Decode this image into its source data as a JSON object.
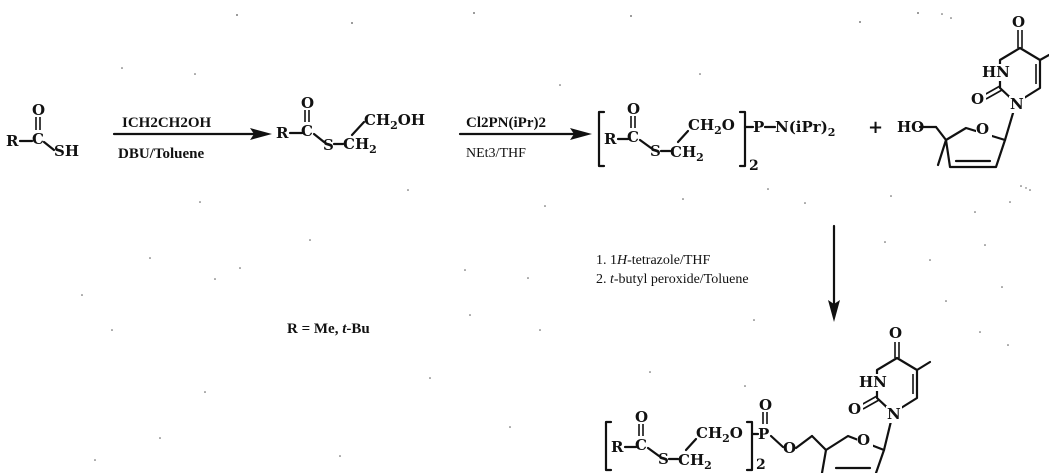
{
  "scheme": {
    "step1": {
      "above": "ICH2CH2OH",
      "below": "DBU/Toluene"
    },
    "step2": {
      "above": "Cl2PN(iPr)2",
      "below": "NEt3/THF"
    },
    "step3": {
      "line1_num": "1. 1",
      "line1_italic": "H",
      "line1_rest": "-tetrazole/THF",
      "line2_num": "2. ",
      "line2_italic": "t",
      "line2_rest": "-butyl peroxide/Toluene"
    },
    "r_definition": {
      "prefix": "R = Me, ",
      "italic": "t",
      "suffix": "-Bu"
    },
    "plus": "+"
  },
  "molecules": {
    "thioacid": {
      "R": "R",
      "C": "C",
      "O": "O",
      "SH": "SH"
    },
    "thioester": {
      "R": "R",
      "C": "C",
      "O": "O",
      "S": "S",
      "CH2": "CH",
      "CH2_sub": "2",
      "CH2OH": "CH",
      "CH2OH_sub": "2",
      "OH": "OH"
    },
    "phosphoramidite": {
      "R": "R",
      "C": "C",
      "O": "O",
      "S": "S",
      "CH2a": "CH",
      "CH2a_sub": "2",
      "CH2b": "CH",
      "CH2b_sub": "2",
      "Olink": "O",
      "P": "P",
      "N_iPr2": "N(iPr)",
      "N_sub": "2",
      "bracket_sub": "2"
    },
    "nucleoside": {
      "HO": "HO",
      "HN": "HN",
      "O_top": "O",
      "O_left": "O",
      "N": "N",
      "O_ring": "O"
    },
    "product": {
      "R": "R",
      "C": "C",
      "O": "O",
      "S": "S",
      "CH2a": "CH",
      "CH2a_sub": "2",
      "CH2b": "CH",
      "CH2b_sub": "2",
      "Olink": "O",
      "P": "P",
      "P_O": "O",
      "O_ester": "O",
      "bracket_sub": "2",
      "HN": "HN",
      "O_top": "O",
      "O_left": "O",
      "N": "N",
      "O_ring": "O"
    }
  }
}
